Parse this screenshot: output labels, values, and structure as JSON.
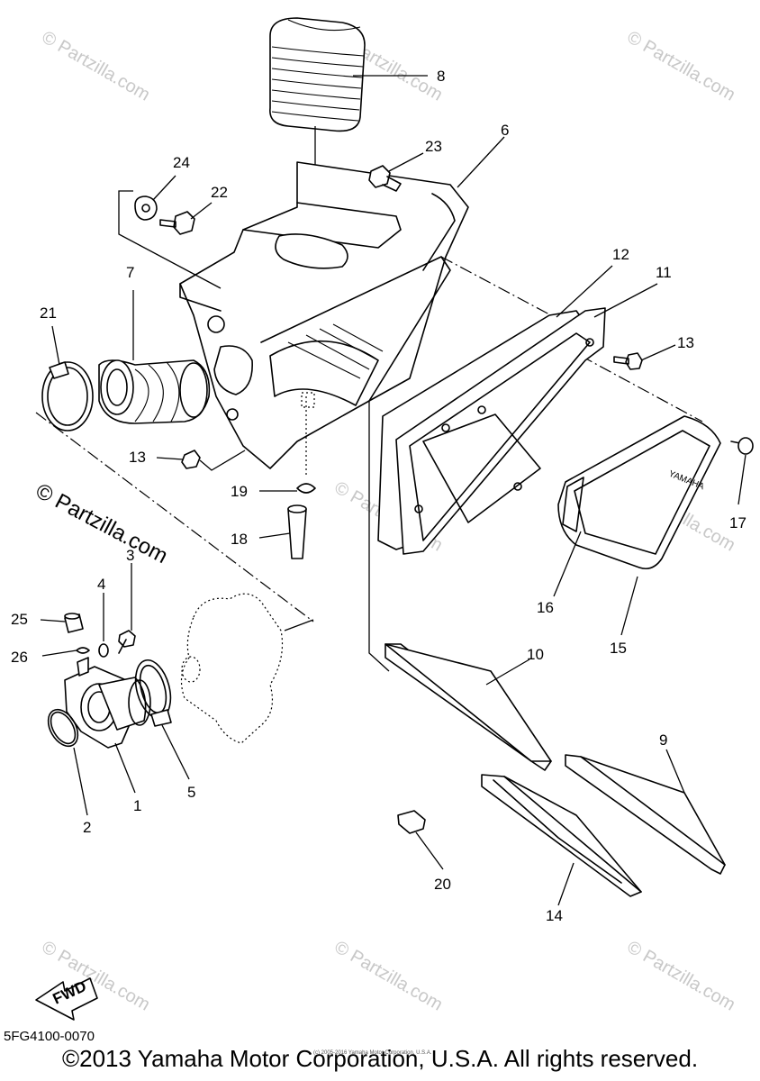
{
  "callouts": {
    "c1": "1",
    "c2": "2",
    "c3": "3",
    "c4": "4",
    "c5": "5",
    "c6": "6",
    "c7": "7",
    "c8": "8",
    "c9": "9",
    "c10": "10",
    "c11": "11",
    "c12": "12",
    "c13a": "13",
    "c13b": "13",
    "c14": "14",
    "c15": "15",
    "c16": "16",
    "c17": "17",
    "c18": "18",
    "c19": "19",
    "c20": "20",
    "c21": "21",
    "c22": "22",
    "c23": "23",
    "c24": "24",
    "c25": "25",
    "c26": "26"
  },
  "cover_brand": "YAMAHA",
  "fwd_label": "FWD",
  "watermark": "© Partzilla.com",
  "tiny_copyright": "(c) 2005-2016 Yamaha Motor Corporation, U.S.A.",
  "diagram_code": "5FG4100-0070",
  "copyright": "©2013 Yamaha Motor Corporation, U.S.A. All rights reserved."
}
